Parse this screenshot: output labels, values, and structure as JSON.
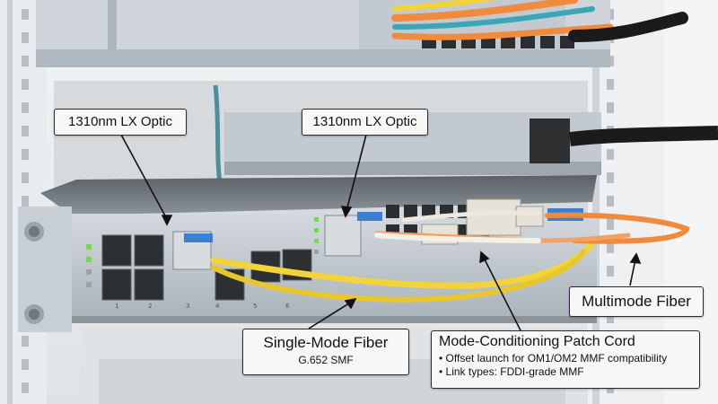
{
  "callouts": {
    "lx_optic_left": "1310nm LX Optic",
    "lx_optic_right": "1310nm LX Optic",
    "multimode": "Multimode Fiber",
    "single_mode": {
      "title": "Single-Mode Fiber",
      "subtitle": "G.652 SMF"
    },
    "mode_conditioning": {
      "title": "Mode-Conditioning Patch Cord",
      "bullets": [
        "Offset launch for OM1/OM2 MMF compatibility",
        "Link types: FDDI-grade MMF"
      ]
    }
  },
  "switch": {
    "port_numbers": [
      "1",
      "2",
      "3",
      "4",
      "5",
      "6"
    ]
  },
  "colors": {
    "single_mode_fiber": "#f2d43a",
    "multimode_fiber": "#f08a3c",
    "switch_body": "#b9c1c9",
    "rack": "#e7eaec",
    "callout_bg": "#f7f7f7"
  }
}
